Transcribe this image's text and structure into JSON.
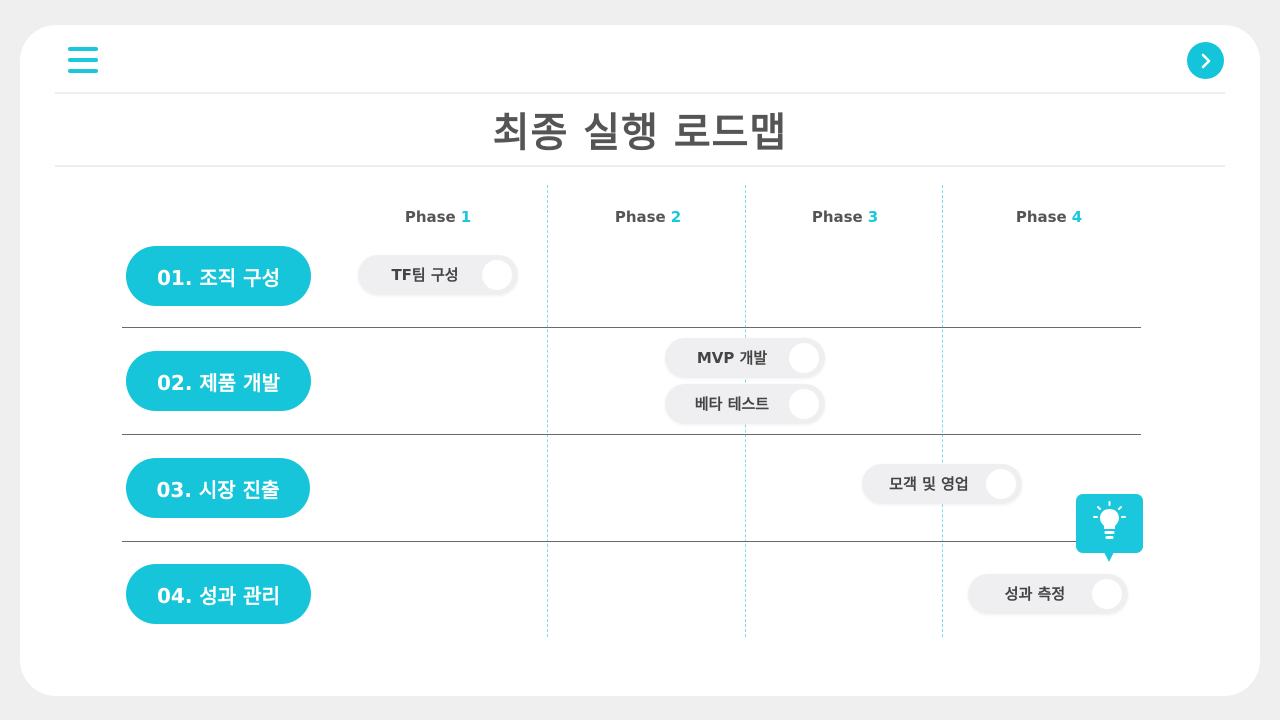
{
  "header": {
    "menu_icon": "hamburger-menu-icon",
    "next_icon": "chevron-right-icon",
    "title": "최종 실행 로드맵"
  },
  "phases": [
    {
      "label": "Phase",
      "num": "1"
    },
    {
      "label": "Phase",
      "num": "2"
    },
    {
      "label": "Phase",
      "num": "3"
    },
    {
      "label": "Phase",
      "num": "4"
    }
  ],
  "rows": [
    {
      "label": "01. 조직 구성"
    },
    {
      "label": "02. 제품 개발"
    },
    {
      "label": "03. 시장 진출"
    },
    {
      "label": "04. 성과 관리"
    }
  ],
  "tasks": [
    {
      "label": "TF팀 구성",
      "row": 1,
      "phase": 1
    },
    {
      "label": "MVP 개발",
      "row": 2,
      "phase": 2
    },
    {
      "label": "베타 테스트",
      "row": 2,
      "phase": 2
    },
    {
      "label": "모객 및 영업",
      "row": 3,
      "phase": 3
    },
    {
      "label": "성과 측정",
      "row": 4,
      "phase": 4
    }
  ],
  "callout_icon": "lightbulb-icon",
  "colors": {
    "accent": "#16c5d9",
    "text": "#555555",
    "pill_bg": "#efeff1",
    "background": "#efefef"
  }
}
